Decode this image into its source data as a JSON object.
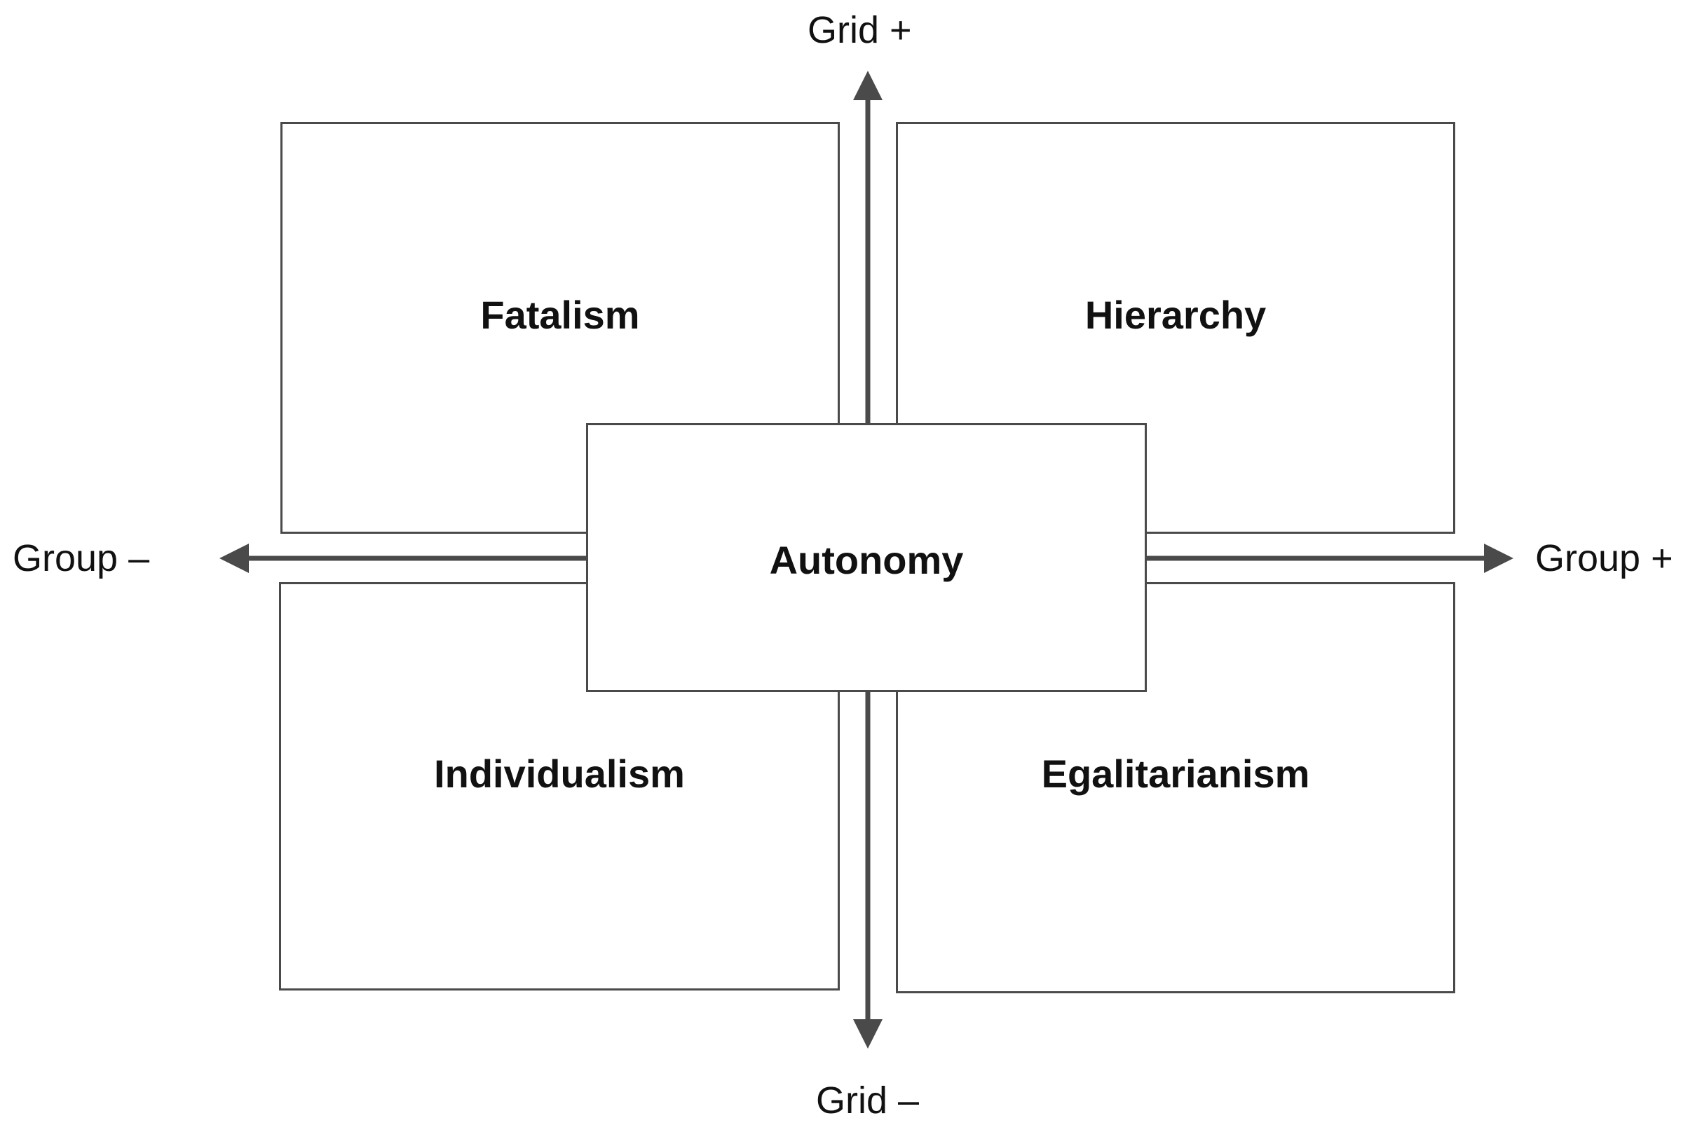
{
  "axes": {
    "grid_plus": "Grid +",
    "grid_minus": "Grid –",
    "group_minus": "Group –",
    "group_plus": "Group +"
  },
  "quadrants": {
    "top_left": "Fatalism",
    "top_right": "Hierarchy",
    "bottom_left": "Individualism",
    "bottom_right": "Egalitarianism"
  },
  "center": "Autonomy",
  "colors": {
    "arrow": "#4a4a4a",
    "box_border": "#4a4a4a",
    "text": "#111111",
    "background": "#ffffff"
  }
}
